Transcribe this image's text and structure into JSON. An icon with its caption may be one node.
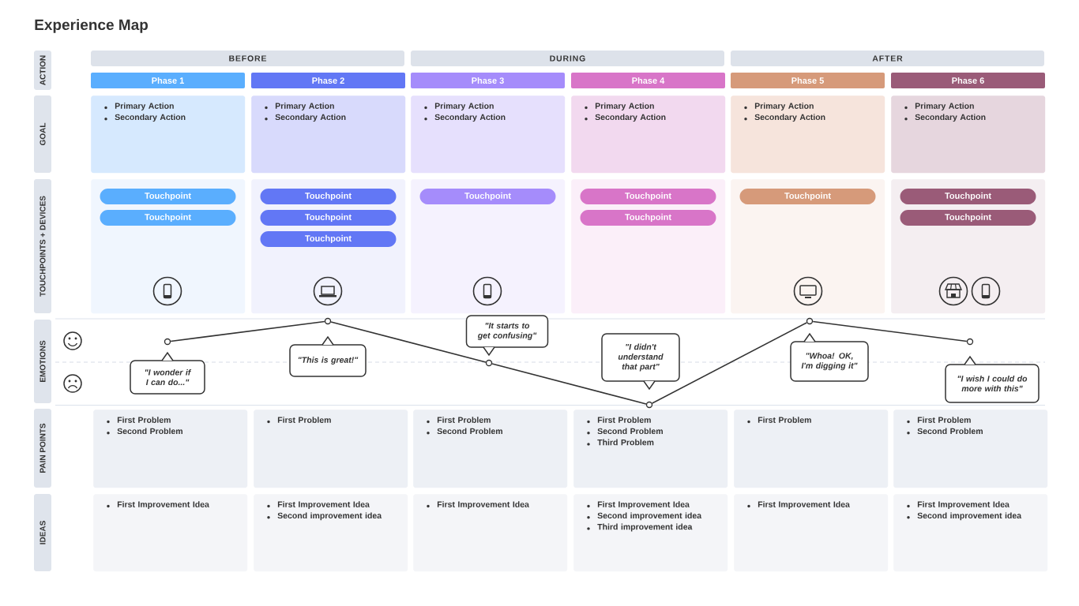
{
  "diagram": {
    "title": "Experience Map",
    "nodes": [
      {
        "text": [
          "ACTION"
        ]
      },
      {
        "text": [
          "BEFORE"
        ]
      },
      {
        "text": [
          "DURING"
        ]
      },
      {
        "text": [
          "AFTER"
        ]
      },
      {
        "text": [
          "Phase 1"
        ]
      },
      {
        "text": [
          "Phase 2"
        ]
      },
      {
        "text": [
          "Phase 3"
        ]
      },
      {
        "text": [
          "Phase 4"
        ]
      },
      {
        "text": [
          "Phase 5"
        ]
      },
      {
        "text": [
          "Phase 6"
        ]
      },
      {
        "text": [
          "GOAL"
        ]
      },
      {
        "text": [
          "Primary Action",
          "Secondary Action"
        ]
      },
      {
        "text": [
          "Primary Action",
          "Secondary Action"
        ]
      },
      {
        "text": [
          "Primary Action",
          "Secondary Action"
        ]
      },
      {
        "text": [
          "Primary Action",
          "Secondary Action"
        ]
      },
      {
        "text": [
          "Primary Action",
          "Secondary Action"
        ]
      },
      {
        "text": [
          "Primary Action",
          "Secondary Action"
        ]
      },
      {
        "text": [
          "TOUCHPOINTS + DEVICES"
        ]
      },
      {
        "text": [],
        "shape": "box"
      },
      {
        "text": [
          "Touchpoint"
        ],
        "in": 18
      },
      {
        "text": [
          "Touchpoint"
        ],
        "in": 18
      },
      {
        "text": [],
        "shape": "box"
      },
      {
        "text": [
          "Touchpoint"
        ],
        "in": 21
      },
      {
        "text": [
          "Touchpoint"
        ],
        "in": 21
      },
      {
        "text": [
          "Touchpoint"
        ],
        "in": 21
      },
      {
        "text": [],
        "shape": "box"
      },
      {
        "text": [
          "Touchpoint"
        ],
        "in": 25
      },
      {
        "text": [],
        "shape": "box"
      },
      {
        "text": [
          "Touchpoint"
        ],
        "in": 27
      },
      {
        "text": [
          "Touchpoint"
        ],
        "in": 27
      },
      {
        "text": [],
        "shape": "box"
      },
      {
        "text": [
          "Touchpoint"
        ],
        "in": 30
      },
      {
        "text": [],
        "shape": "box"
      },
      {
        "text": [
          "Touchpoint"
        ],
        "in": 32
      },
      {
        "text": [
          "Touchpoint"
        ],
        "in": 32
      },
      {
        "text": [
          "EMOTIONS"
        ]
      },
      {
        "text": [],
        "shape": "circle"
      },
      {
        "text": [],
        "shape": "circle"
      },
      {
        "text": [],
        "shape": "circle"
      },
      {
        "text": [],
        "shape": "circle"
      },
      {
        "text": [],
        "shape": "circle"
      },
      {
        "text": [],
        "shape": "circle"
      },
      {
        "text": [
          "\"I wonder if I can do...\""
        ]
      },
      {
        "text": [
          "\"This is great!\""
        ]
      },
      {
        "text": [
          "\"It starts to get confusing\""
        ]
      },
      {
        "text": [
          "\"I didn't understand that part\""
        ]
      },
      {
        "text": [
          "\"Whoa! OK, I'm digging it\""
        ]
      },
      {
        "text": [
          "\"I wish I could do more with this\""
        ]
      },
      {
        "text": [
          "PAIN POINTS"
        ]
      },
      {
        "text": [
          "First Problem",
          "Second Problem"
        ]
      },
      {
        "text": [
          "First Problem"
        ]
      },
      {
        "text": [
          "First Problem",
          "Second Problem"
        ]
      },
      {
        "text": [
          "First Problem",
          "Second Problem",
          "Third Problem"
        ]
      },
      {
        "text": [
          "First Problem"
        ]
      },
      {
        "text": [
          "First Problem",
          "Second Problem"
        ]
      },
      {
        "text": [
          "IDEAS"
        ]
      },
      {
        "text": [
          "First Improvement Idea"
        ]
      },
      {
        "text": [
          "First Improvement Idea",
          "Second improvement idea"
        ]
      },
      {
        "text": [
          "First Improvement Idea"
        ]
      },
      {
        "text": [
          "First Improvement Idea",
          "Second improvement idea",
          "Third improvement idea"
        ]
      },
      {
        "text": [
          "First Improvement Idea"
        ]
      },
      {
        "text": [
          "First Improvement Idea",
          "Second improvement idea"
        ]
      }
    ],
    "edges": [
      {
        "from": 36,
        "to": 37,
        "arrow": "none"
      },
      {
        "from": 37,
        "to": 38,
        "arrow": "none"
      },
      {
        "from": 38,
        "to": 39,
        "arrow": "none"
      },
      {
        "from": 39,
        "to": 40,
        "arrow": "none"
      },
      {
        "from": 40,
        "to": 41,
        "arrow": "none"
      }
    ]
  }
}
